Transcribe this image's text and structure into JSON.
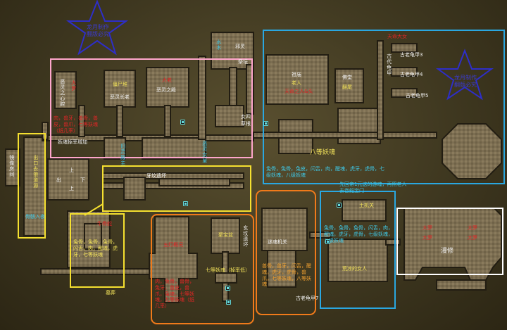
{
  "colors": {
    "background": "#4a4128",
    "corridor": "#7a6d52",
    "wall": "#2a2418",
    "pink_zone": "#ff9fc8",
    "yellow_zone": "#f5e030",
    "cyan_zone": "#2aa7e0",
    "orange_zone": "#f07a1a",
    "white_zone": "#ffffff",
    "star": "#2e2ec8"
  },
  "stars": [
    {
      "text": "龙月制作 翻版必究",
      "icon": "star-outline-icon"
    },
    {
      "text": "龙月制作 翻版必究",
      "icon": "star-outline-icon"
    }
  ],
  "labels": {
    "left_room_door": "镜像房间",
    "shang_xia": [
      "上",
      "下"
    ],
    "shang_xia_left": [
      "出",
      "上"
    ],
    "yellow_left_vert": "出口去狼道源",
    "yellow_left_bottom": "骨骸入夜",
    "pink_room1": "恶灵之心腔",
    "pink_room1_red": "大罗",
    "pink_room2": [
      "僵尸堆",
      "恶灵长老"
    ],
    "pink_room3_red": "大老",
    "pink_room3": "恶灵之殿",
    "pink_loot": "肉，兽牙，兽骨，兽皮，兽爪，七等妖魂（纸几率）",
    "pink_bottom": "妖魂掉率增加",
    "pink_vert1": "旧灵殿主",
    "pink_vert2": "恶灵女皇",
    "top_corridor_vert": "水木",
    "top_room": "邪灵",
    "top_right_room": "祭坛",
    "nvshan": [
      "女四",
      "草根"
    ],
    "cyan_room1": "祖庙",
    "cyan_room1_sub": "老人",
    "cyan_room1_red": "天命之人&头",
    "cyan_room2": "佛堂",
    "cyan_room2_sub": "翻尾",
    "cyan_top_red": "天命大女",
    "gui_tags": [
      "古老龟甲3",
      "古老龟甲4",
      "古老龟甲5"
    ],
    "cyan_vert": "古代龟甲",
    "cyan_mid": "八等妖魂",
    "cyan_loot": "兔骨，兔骨，兔皮，闪舌，肉，醒魂，虎牙，虎骨，七级妖魂，八级妖魂",
    "cyan_note": "先回帝1元这的游魂，再照老人去吞蛇宝门",
    "mid_yellow_top": "牙坟遗坏",
    "yellow2_red": "牛骨蛇",
    "yellow2_loot": "兔骨，兔骨，兔骨，闪舌，肉，醒魂，虎牙，七等妖魂",
    "orange1_red": "五灯概况",
    "orange1_loot": "肉，兔骨，兽骨，兔牙，兽皮，兽爪，兔魂，七等妖魂，九等妖魂（纸几率）",
    "orange1_bottom": "墓葬",
    "orange2_room": "聚宝盆",
    "orange2_vert": "玄坟遗坏",
    "orange2_bottom": "七等妖魂（掉率低）",
    "orange3_room": "迷魂机关",
    "orange3_loot": "兽骨，兽牙，闪舌，醒魂，虎牙，虎骨，兽爪，七等妖魂，八等妖魂",
    "gui_bottom": "古老龟甲7",
    "cyan2_top": "土机关",
    "cyan2_loot": "兔骨，兔骨，兔骨，闪舌，肉，醒魂，虎牙，虎骨，七级妖魂，八级妖魂",
    "cyan2_room": "荒凉的女人",
    "white_room": "漫修",
    "white_red": [
      "大罗",
      "大罗",
      "大罗",
      "大罗"
    ]
  }
}
